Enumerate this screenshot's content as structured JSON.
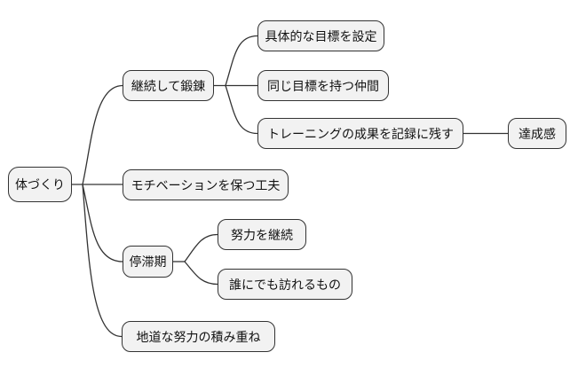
{
  "style": {
    "background": "#ffffff",
    "node_fill": "#f2f2f2",
    "node_border": "#333333",
    "edge_color": "#333333",
    "text_color": "#111111"
  },
  "mindmap": {
    "root": {
      "label": "体づくり"
    },
    "branches": [
      {
        "label": "継続して鍛錬",
        "children": [
          {
            "label": "具体的な目標を設定"
          },
          {
            "label": "同じ目標を持つ仲間"
          },
          {
            "label": "トレーニングの成果を記録に残す",
            "children": [
              {
                "label": "達成感"
              }
            ]
          }
        ]
      },
      {
        "label": "モチベーションを保つ工夫"
      },
      {
        "label": "停滞期",
        "children": [
          {
            "label": "努力を継続"
          },
          {
            "label": "誰にでも訪れるもの"
          }
        ]
      },
      {
        "label": "地道な努力の積み重ね"
      }
    ]
  }
}
